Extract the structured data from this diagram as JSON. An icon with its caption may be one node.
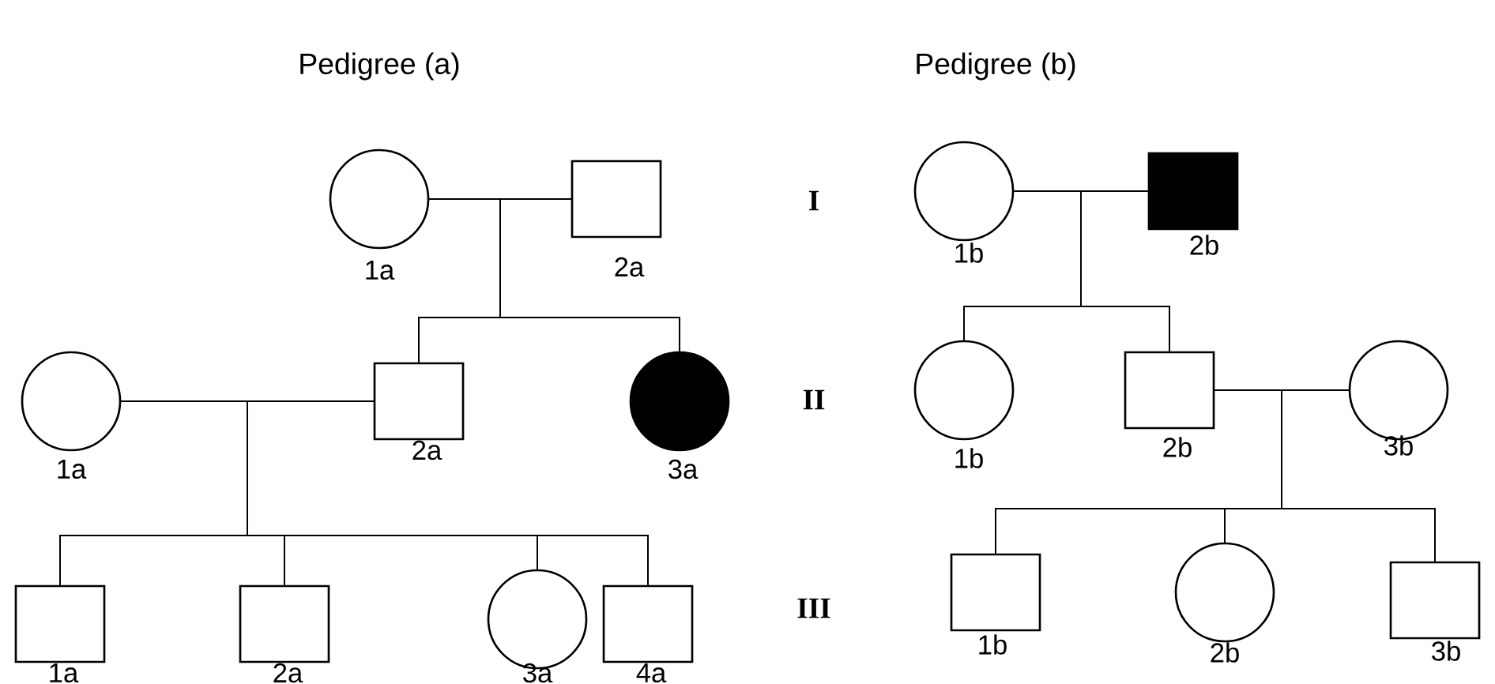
{
  "diagram": {
    "nodes": [
      {
        "text": [],
        "shape": "circle",
        "beside": [
          "1a"
        ]
      },
      {
        "text": [],
        "shape": "box",
        "beside": [
          "2a"
        ]
      },
      {
        "text": [],
        "shape": "circle",
        "beside": [
          "1a"
        ]
      },
      {
        "text": [],
        "shape": "box",
        "beside": [
          "2a"
        ]
      },
      {
        "text": [],
        "shape": "disc",
        "beside": [
          "3a"
        ]
      },
      {
        "text": [],
        "shape": "box",
        "beside": [
          "1a"
        ]
      },
      {
        "text": [],
        "shape": "box",
        "beside": [
          "2a"
        ]
      },
      {
        "text": [],
        "shape": "circle",
        "beside": [
          "3a"
        ]
      },
      {
        "text": [],
        "shape": "box",
        "beside": [
          "4a"
        ]
      },
      {
        "text": [],
        "shape": "circle",
        "beside": [
          "1b"
        ]
      },
      {
        "text": [],
        "shape": "block",
        "beside": [
          "2b"
        ]
      },
      {
        "text": [],
        "shape": "circle",
        "beside": [
          "1b"
        ]
      },
      {
        "text": [],
        "shape": "box",
        "beside": [
          "2b"
        ]
      },
      {
        "text": [],
        "shape": "circle",
        "beside": [
          "3b"
        ]
      },
      {
        "text": [],
        "shape": "box",
        "beside": [
          "1b"
        ]
      },
      {
        "text": [],
        "shape": "circle",
        "beside": [
          "2b"
        ]
      },
      {
        "text": [],
        "shape": "box",
        "beside": [
          "3b"
        ]
      }
    ],
    "edges": [
      {
        "from": 0,
        "to": 1,
        "arrow": "none"
      },
      {
        "from": 0,
        "to": 3,
        "arrow": "none"
      },
      {
        "from": 1,
        "to": 3,
        "arrow": "none"
      },
      {
        "from": 0,
        "to": 4,
        "arrow": "none"
      },
      {
        "from": 1,
        "to": 4,
        "arrow": "none"
      },
      {
        "from": 2,
        "to": 3,
        "arrow": "none"
      },
      {
        "from": 2,
        "to": 5,
        "arrow": "none"
      },
      {
        "from": 3,
        "to": 5,
        "arrow": "none"
      },
      {
        "from": 2,
        "to": 6,
        "arrow": "none"
      },
      {
        "from": 3,
        "to": 6,
        "arrow": "none"
      },
      {
        "from": 2,
        "to": 7,
        "arrow": "none"
      },
      {
        "from": 3,
        "to": 7,
        "arrow": "none"
      },
      {
        "from": 2,
        "to": 8,
        "arrow": "none"
      },
      {
        "from": 3,
        "to": 8,
        "arrow": "none"
      },
      {
        "from": 9,
        "to": 10,
        "arrow": "none"
      },
      {
        "from": 9,
        "to": 11,
        "arrow": "none"
      },
      {
        "from": 10,
        "to": 11,
        "arrow": "none"
      },
      {
        "from": 9,
        "to": 12,
        "arrow": "none"
      },
      {
        "from": 10,
        "to": 12,
        "arrow": "none"
      },
      {
        "from": 12,
        "to": 13,
        "arrow": "none"
      },
      {
        "from": 12,
        "to": 14,
        "arrow": "none"
      },
      {
        "from": 13,
        "to": 14,
        "arrow": "none"
      },
      {
        "from": 12,
        "to": 15,
        "arrow": "none"
      },
      {
        "from": 13,
        "to": 15,
        "arrow": "none"
      },
      {
        "from": 12,
        "to": 16,
        "arrow": "none"
      },
      {
        "from": 13,
        "to": 16,
        "arrow": "none"
      }
    ],
    "labels": [
      "Pedigree (a)",
      "Pedigree (b)",
      "I",
      "II",
      "III"
    ]
  }
}
